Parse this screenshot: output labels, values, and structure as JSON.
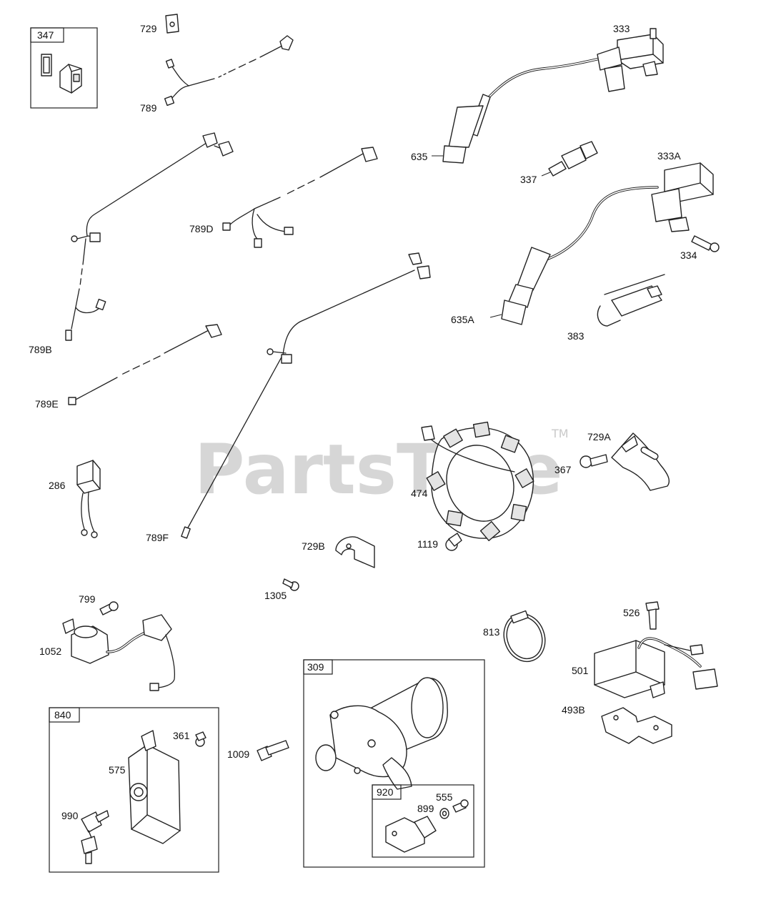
{
  "watermark": {
    "brand": "PartsTree",
    "tm": "TM"
  },
  "labels": {
    "l347": "347",
    "l729": "729",
    "l789": "789",
    "l333": "333",
    "l635": "635",
    "l337": "337",
    "l333A": "333A",
    "l789D": "789D",
    "l334": "334",
    "l635A": "635A",
    "l383": "383",
    "l789B": "789B",
    "l789E": "789E",
    "l729A": "729A",
    "l367": "367",
    "l286": "286",
    "l474": "474",
    "l1119": "1119",
    "l789F": "789F",
    "l729B": "729B",
    "l1305": "1305",
    "l799": "799",
    "l526": "526",
    "l813": "813",
    "l1052": "1052",
    "l309": "309",
    "l501": "501",
    "l493B": "493B",
    "l840": "840",
    "l361": "361",
    "l575": "575",
    "l1009": "1009",
    "l920": "920",
    "l555": "555",
    "l899": "899",
    "l990": "990"
  },
  "colors": {
    "ink": "#222222",
    "watermark": "#c9c9c9",
    "fill_gray": "#e4e4e4"
  }
}
